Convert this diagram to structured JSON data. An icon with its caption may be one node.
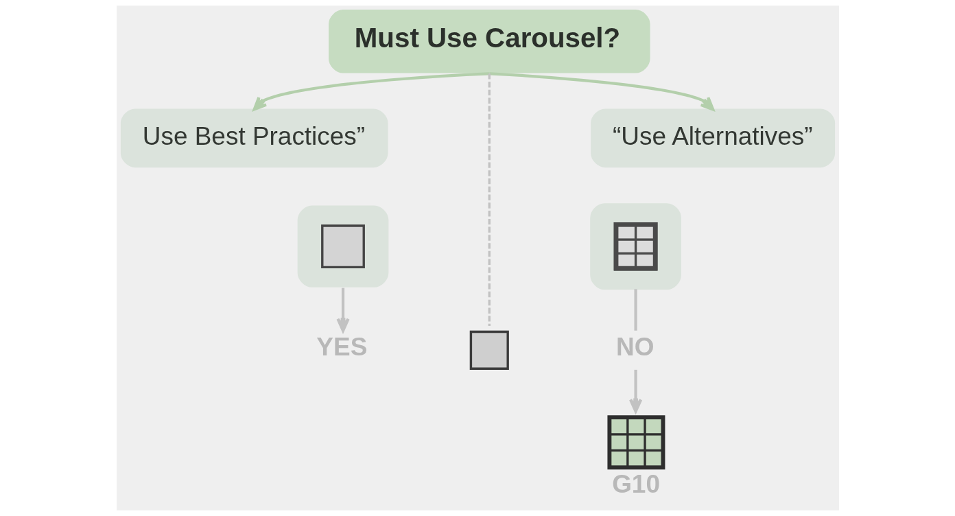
{
  "diagram": {
    "nodes": [
      {
        "text": [
          "Must Use Carousel?"
        ]
      },
      {
        "text": [
          "Use Best Practices”"
        ]
      },
      {
        "text": [
          "“Use Alternatives”"
        ]
      },
      {
        "text": [],
        "shape": "picture"
      },
      {
        "text": [],
        "shape": "picture"
      },
      {
        "text": [
          "YES"
        ]
      },
      {
        "text": [],
        "shape": "picture"
      },
      {
        "text": [
          "NO"
        ]
      },
      {
        "text": [],
        "shape": "picture",
        "beside": [
          "G10"
        ]
      }
    ],
    "edges": [
      {
        "from": 0,
        "to": 1,
        "arrow": "to",
        "color": "#b3cfab"
      },
      {
        "from": 0,
        "to": 6,
        "arrow": "none",
        "style": "dashed"
      },
      {
        "from": 0,
        "to": 2,
        "arrow": "to",
        "color": "#b3cfab"
      },
      {
        "from": 3,
        "to": 5,
        "arrow": "to"
      },
      {
        "from": 4,
        "to": 7,
        "arrow": "none"
      },
      {
        "from": 7,
        "to": 8,
        "arrow": "to"
      }
    ]
  }
}
